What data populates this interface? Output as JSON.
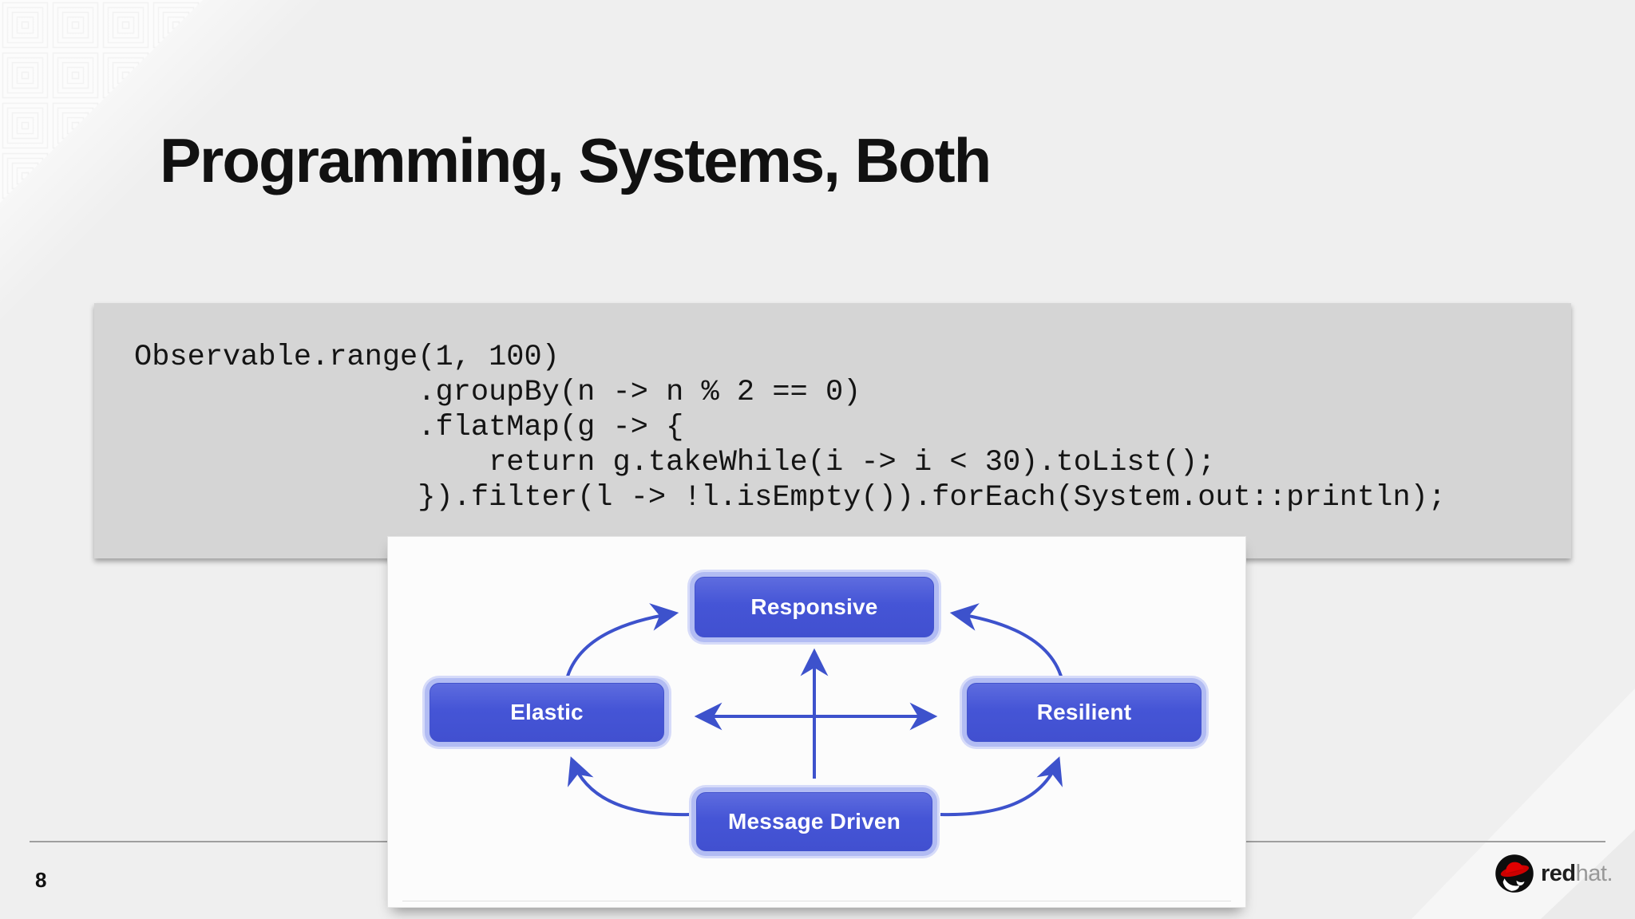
{
  "slide": {
    "title": "Programming, Systems, Both",
    "page_number": "8"
  },
  "code_block": {
    "language": "java",
    "lines": [
      "Observable.range(1, 100)",
      "                .groupBy(n -> n % 2 == 0)",
      "                .flatMap(g -> {",
      "                    return g.takeWhile(i -> i < 30).toList();",
      "                }).filter(l -> !l.isEmpty()).forEach(System.out::println);"
    ]
  },
  "diagram": {
    "type": "diagram",
    "name": "reactive-manifesto-traits",
    "nodes": [
      {
        "id": "responsive",
        "label": "Responsive"
      },
      {
        "id": "elastic",
        "label": "Elastic"
      },
      {
        "id": "resilient",
        "label": "Resilient"
      },
      {
        "id": "message-driven",
        "label": "Message Driven"
      }
    ],
    "edges": [
      {
        "from": "elastic",
        "to": "responsive",
        "style": "curved",
        "arrowhead": "end"
      },
      {
        "from": "resilient",
        "to": "responsive",
        "style": "curved",
        "arrowhead": "end"
      },
      {
        "from": "message-driven",
        "to": "elastic",
        "style": "curved",
        "arrowhead": "end"
      },
      {
        "from": "message-driven",
        "to": "resilient",
        "style": "curved",
        "arrowhead": "end"
      },
      {
        "from": "message-driven",
        "to": "responsive",
        "style": "straight",
        "arrowhead": "end"
      },
      {
        "from": "elastic",
        "to": "resilient",
        "style": "straight",
        "arrowhead": "both"
      }
    ],
    "colors": {
      "arrow": "#3d52cc",
      "node_fill_top": "#5e6cdf",
      "node_fill_bottom": "#4150d0",
      "node_ring": "#b2bcf3",
      "node_text": "#ffffff",
      "panel_background": "#fcfcfc"
    }
  },
  "footer": {
    "brand_bold": "red",
    "brand_light": "hat.",
    "logo": "redhat-shadowman-icon"
  },
  "theme": {
    "slide_background": "#efefef",
    "code_box_background": "#d5d5d5",
    "title_color": "#111111",
    "footer_line_color": "#9e9e9e",
    "brand_red": "#cc0000"
  }
}
